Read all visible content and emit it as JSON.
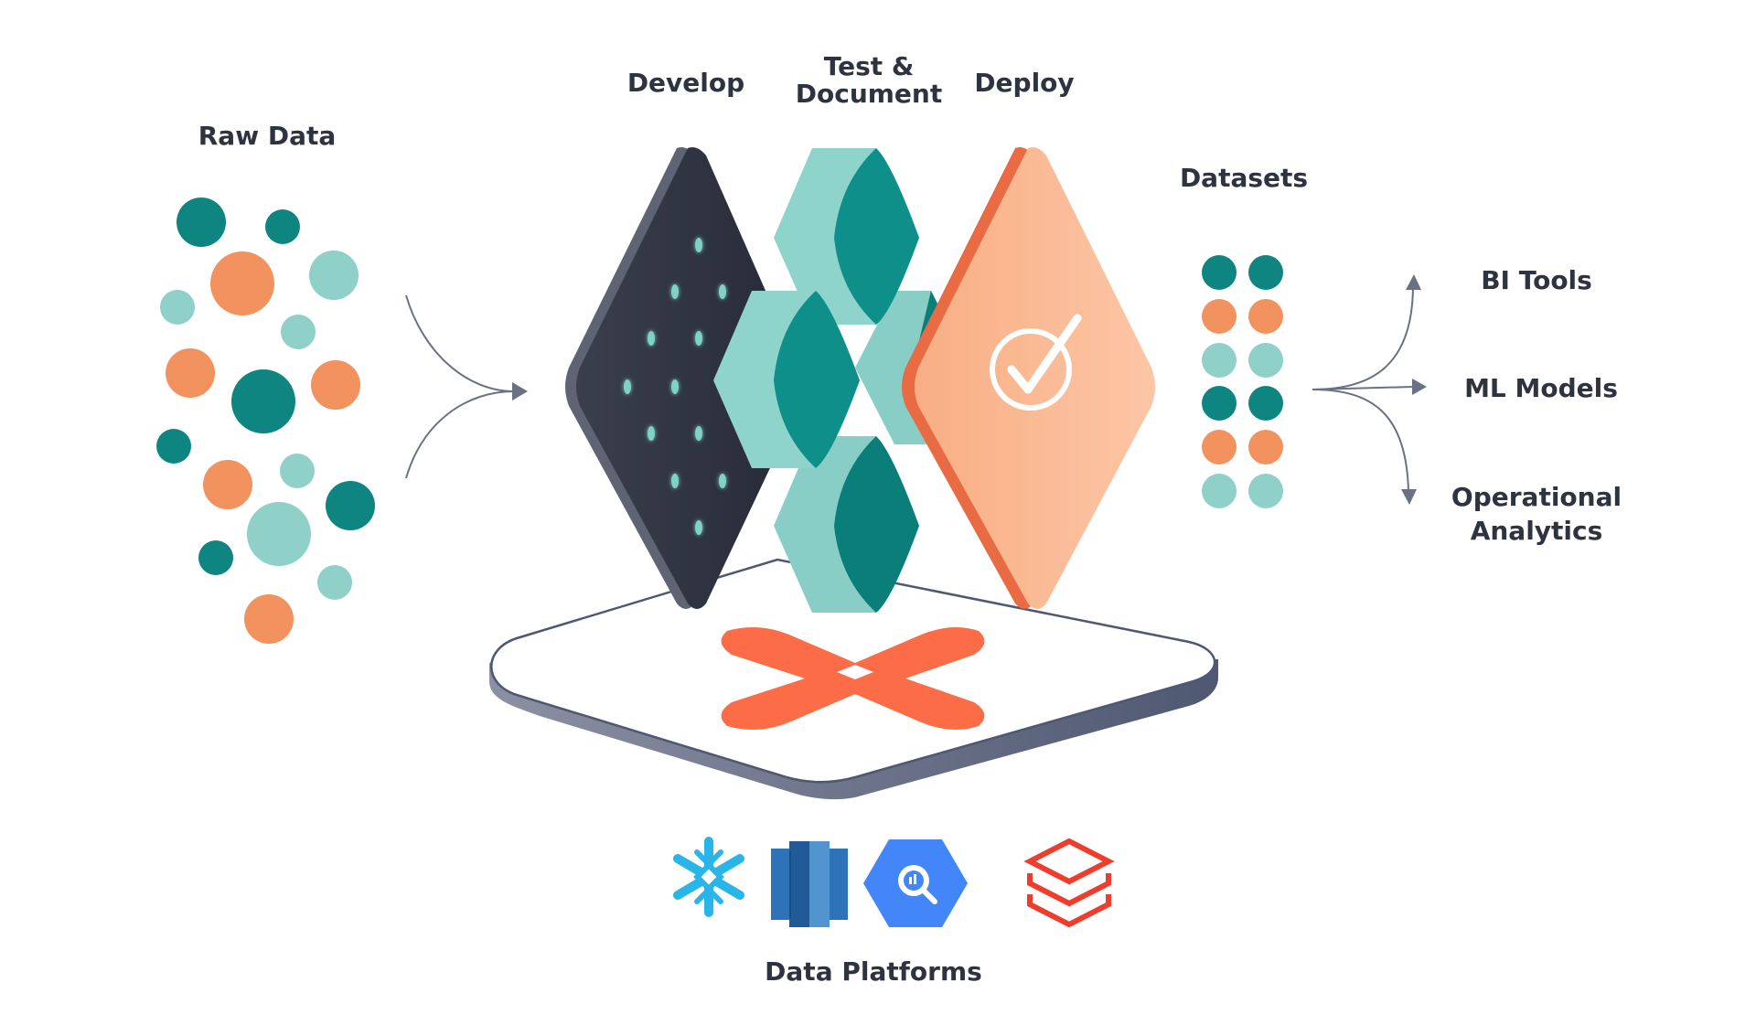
{
  "labels": {
    "raw_data": "Raw Data",
    "develop": "Develop",
    "test_document_1": "Test &",
    "test_document_2": "Document",
    "deploy": "Deploy",
    "datasets": "Datasets",
    "bi_tools": "BI Tools",
    "ml_models": "ML Models",
    "operational_1": "Operational",
    "operational_2": "Analytics",
    "data_platforms": "Data Platforms"
  },
  "icons": {
    "platforms": [
      "snowflake-icon",
      "redshift-icon",
      "bigquery-icon",
      "databricks-icon"
    ],
    "center_logo": "dbt-logo-icon",
    "check": "checkmark-icon"
  },
  "colors": {
    "dark_teal": "#0e8580",
    "light_teal": "#8fd0c8",
    "orange": "#f2925e",
    "peach": "#fbbd97",
    "navy": "#2a2e3b",
    "label": "#2e3340",
    "arrow": "#6a7182",
    "dbt_orange": "#fb6c47"
  }
}
